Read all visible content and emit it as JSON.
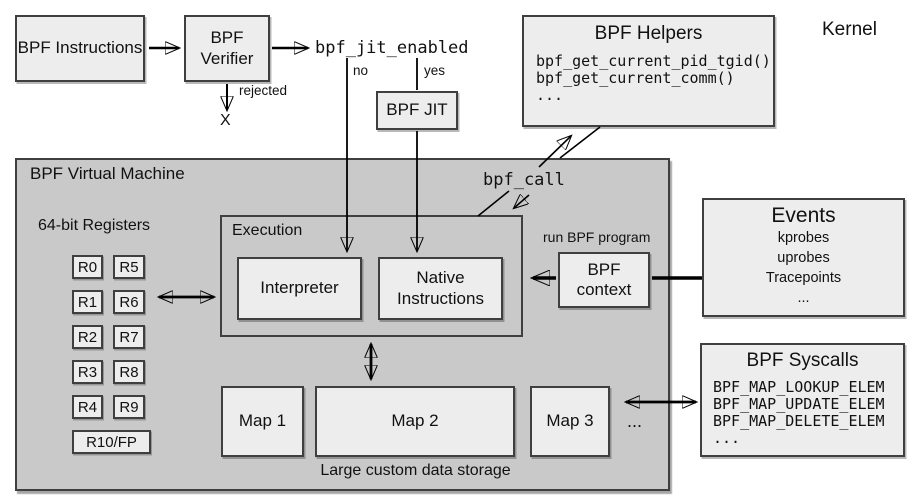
{
  "kernel_label": "Kernel",
  "pipeline": {
    "instructions": "BPF Instructions",
    "verifier": "BPF Verifier",
    "jit_enabled": "bpf_jit_enabled",
    "branch_no": "no",
    "branch_yes": "yes",
    "jit": "BPF JIT",
    "rejected": "rejected",
    "rejected_mark": "X"
  },
  "helpers": {
    "title": "BPF Helpers",
    "functions": [
      "bpf_get_current_pid_tgid()",
      "bpf_get_current_comm()",
      "..."
    ]
  },
  "bpf_call_label": "bpf_call",
  "vm": {
    "title": "BPF Virtual Machine",
    "registers_title": "64-bit Registers",
    "registers": [
      [
        "R0",
        "R5"
      ],
      [
        "R1",
        "R6"
      ],
      [
        "R2",
        "R7"
      ],
      [
        "R3",
        "R8"
      ],
      [
        "R4",
        "R9"
      ]
    ],
    "register_fp": "R10/FP",
    "execution": {
      "title": "Execution",
      "interpreter": "Interpreter",
      "native": "Native Instructions"
    },
    "maps": [
      "Map 1",
      "Map 2",
      "Map 3"
    ],
    "maps_ellipsis": "...",
    "storage_caption": "Large custom data storage"
  },
  "context": {
    "run_label": "run BPF program",
    "label": "BPF context"
  },
  "events": {
    "title": "Events",
    "items": [
      "kprobes",
      "uprobes",
      "Tracepoints",
      "..."
    ]
  },
  "syscalls": {
    "title": "BPF Syscalls",
    "items": [
      "BPF_MAP_LOOKUP_ELEM",
      "BPF_MAP_UPDATE_ELEM",
      "BPF_MAP_DELETE_ELEM",
      "..."
    ]
  },
  "colors": {
    "background": "#ffffff",
    "vm_fill": "#c9c9c9",
    "box_fill": "#ededed",
    "border": "#3f3f3f",
    "line": "#000000"
  }
}
